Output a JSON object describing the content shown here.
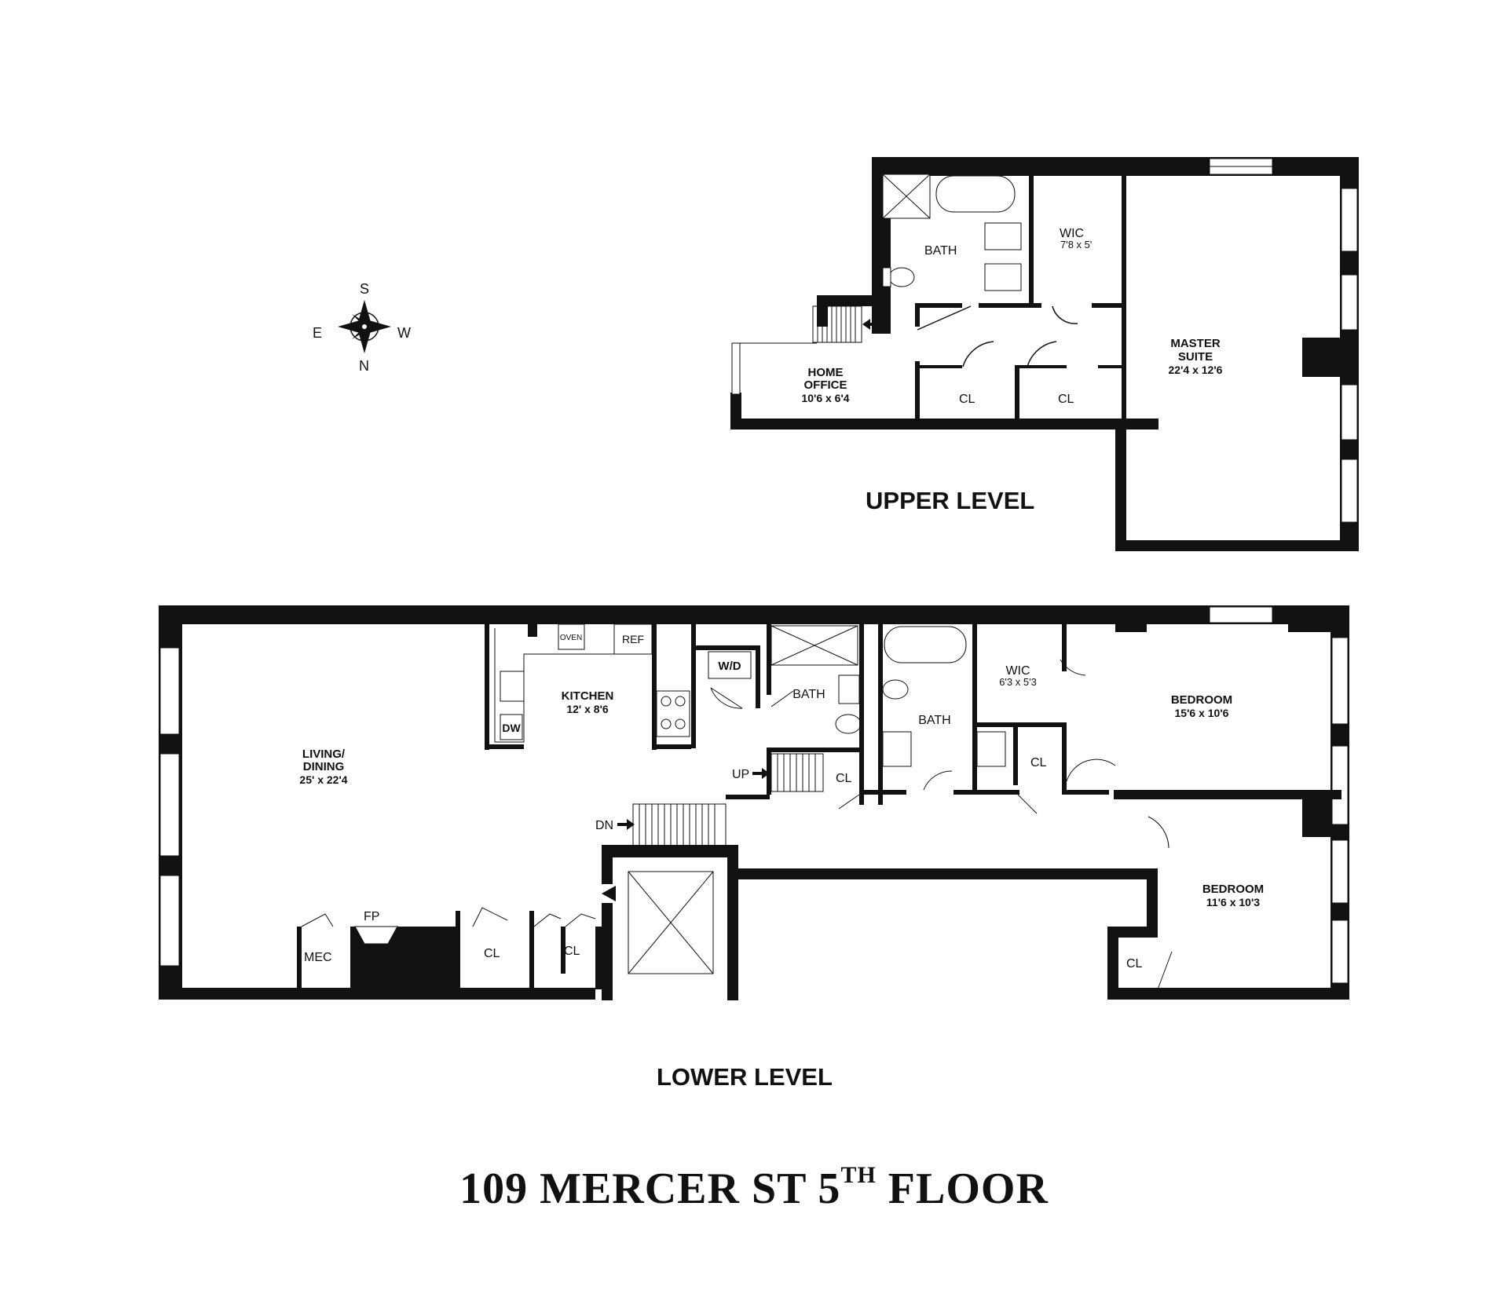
{
  "title": {
    "main": "109 MERCER ST 5",
    "sup": "TH",
    "rest": " FLOOR"
  },
  "levels": {
    "upper": "UPPER LEVEL",
    "lower": "LOWER LEVEL"
  },
  "compass": {
    "n": "N",
    "s": "S",
    "e": "E",
    "w": "W"
  },
  "upper": {
    "bath": "BATH",
    "wic_name": "WIC",
    "wic_dim": "7'8 x 5'",
    "master_1": "MASTER",
    "master_2": "SUITE",
    "master_dim": "22'4 x 12'6",
    "office_1": "HOME",
    "office_2": "OFFICE",
    "office_dim": "10'6 x 6'4",
    "cl1": "CL",
    "cl2": "CL"
  },
  "lower": {
    "living_1": "LIVING/",
    "living_2": "DINING",
    "living_dim": "25' x 22'4",
    "kitchen": "KITCHEN",
    "kitchen_dim": "12' x 8'6",
    "oven": "OVEN",
    "ref": "REF",
    "dw": "DW",
    "wd": "W/D",
    "bath1": "BATH",
    "bath2": "BATH",
    "wic_name": "WIC",
    "wic_dim": "6'3 x 5'3",
    "bed1": "BEDROOM",
    "bed1_dim": "15'6 x 10'6",
    "bed2": "BEDROOM",
    "bed2_dim": "11'6 x 10'3",
    "up": "UP",
    "dn": "DN",
    "fp": "FP",
    "mec": "MEC",
    "cl_stair": "CL",
    "cl_hall": "CL",
    "cl_a": "CL",
    "cl_b": "CL",
    "cl_bed2": "CL"
  }
}
